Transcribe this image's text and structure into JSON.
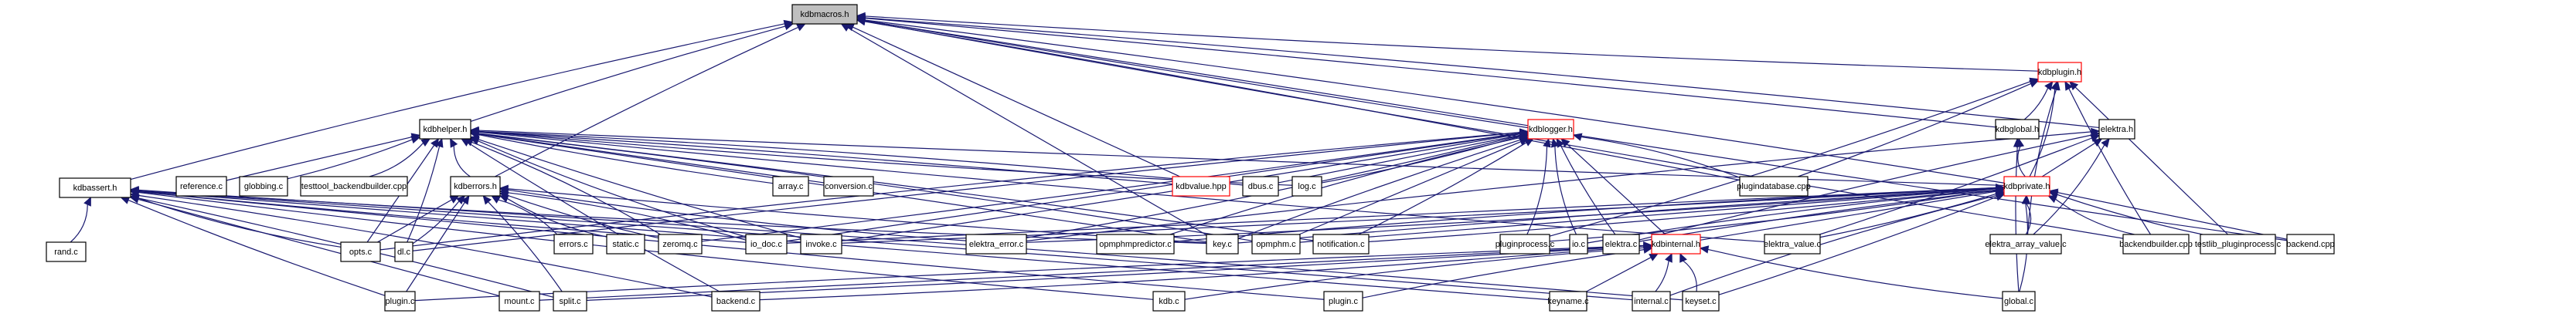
{
  "title": "kdbmacros.h include dependency graph",
  "colors": {
    "edge": "#191970",
    "root_fill": "#bfbfbf",
    "node_border": "#000000",
    "truncated_border": "#ff0000",
    "background": "#ffffff"
  },
  "root": "kdbmacros.h",
  "nodes": [
    {
      "id": "kdbmacros.h",
      "label": "kdbmacros.h",
      "type": "root"
    },
    {
      "id": "kdbplugin.h",
      "label": "kdbplugin.h",
      "type": "truncated"
    },
    {
      "id": "kdbhelper.h",
      "label": "kdbhelper.h",
      "type": "normal"
    },
    {
      "id": "kdblogger.h",
      "label": "kdblogger.h",
      "type": "truncated"
    },
    {
      "id": "kdbglobal.h",
      "label": "kdbglobal.h",
      "type": "normal"
    },
    {
      "id": "elektra.h",
      "label": "elektra.h",
      "type": "normal"
    },
    {
      "id": "kdbassert.h",
      "label": "kdbassert.h",
      "type": "normal"
    },
    {
      "id": "reference.c",
      "label": "reference.c",
      "type": "normal"
    },
    {
      "id": "globbing.c",
      "label": "globbing.c",
      "type": "normal"
    },
    {
      "id": "testtool_backendbuilder.cpp",
      "label": "testtool_backendbuilder.cpp",
      "type": "normal"
    },
    {
      "id": "kdberrors.h",
      "label": "kdberrors.h",
      "type": "normal"
    },
    {
      "id": "array.c",
      "label": "array.c",
      "type": "normal"
    },
    {
      "id": "conversion.c",
      "label": "conversion.c",
      "type": "normal"
    },
    {
      "id": "kdbvalue.hpp",
      "label": "kdbvalue.hpp",
      "type": "truncated"
    },
    {
      "id": "dbus.c",
      "label": "dbus.c",
      "type": "normal"
    },
    {
      "id": "log.c",
      "label": "log.c",
      "type": "normal"
    },
    {
      "id": "plugindatabase.cpp",
      "label": "plugindatabase.cpp",
      "type": "normal"
    },
    {
      "id": "kdbprivate.h",
      "label": "kdbprivate.h",
      "type": "truncated"
    },
    {
      "id": "rand.c",
      "label": "rand.c",
      "type": "normal"
    },
    {
      "id": "opts.c",
      "label": "opts.c",
      "type": "normal"
    },
    {
      "id": "dl.c",
      "label": "dl.c",
      "type": "normal"
    },
    {
      "id": "errors.c",
      "label": "errors.c",
      "type": "normal"
    },
    {
      "id": "static.c",
      "label": "static.c",
      "type": "normal"
    },
    {
      "id": "zeromq.c",
      "label": "zeromq.c",
      "type": "normal"
    },
    {
      "id": "io_doc.c",
      "label": "io_doc.c",
      "type": "normal"
    },
    {
      "id": "invoke.c",
      "label": "invoke.c",
      "type": "normal"
    },
    {
      "id": "elektra_error.c",
      "label": "elektra_error.c",
      "type": "normal"
    },
    {
      "id": "opmphmpredictor.c",
      "label": "opmphmpredictor.c",
      "type": "normal"
    },
    {
      "id": "key.c",
      "label": "key.c",
      "type": "normal"
    },
    {
      "id": "opmphm.c",
      "label": "opmphm.c",
      "type": "normal"
    },
    {
      "id": "notification.c",
      "label": "notification.c",
      "type": "normal"
    },
    {
      "id": "pluginprocess.c",
      "label": "pluginprocess.c",
      "type": "normal"
    },
    {
      "id": "io.c",
      "label": "io.c",
      "type": "normal"
    },
    {
      "id": "elektra.c",
      "label": "elektra.c",
      "type": "normal"
    },
    {
      "id": "kdbinternal.h",
      "label": "kdbinternal.h",
      "type": "truncated"
    },
    {
      "id": "elektra_value.c",
      "label": "elektra_value.c",
      "type": "normal"
    },
    {
      "id": "elektra_array_value.c",
      "label": "elektra_array_value.c",
      "type": "normal"
    },
    {
      "id": "backendbuilder.cpp",
      "label": "backendbuilder.cpp",
      "type": "normal"
    },
    {
      "id": "testlib_pluginprocess.c",
      "label": "testlib_pluginprocess.c",
      "type": "normal"
    },
    {
      "id": "backend.cpp",
      "label": "backend.cpp",
      "type": "normal"
    },
    {
      "id": "plugin.c#1",
      "label": "plugin.c",
      "type": "normal"
    },
    {
      "id": "mount.c",
      "label": "mount.c",
      "type": "normal"
    },
    {
      "id": "split.c",
      "label": "split.c",
      "type": "normal"
    },
    {
      "id": "backend.c",
      "label": "backend.c",
      "type": "normal"
    },
    {
      "id": "kdb.c",
      "label": "kdb.c",
      "type": "normal"
    },
    {
      "id": "plugin.c#2",
      "label": "plugin.c",
      "type": "normal"
    },
    {
      "id": "keyname.c",
      "label": "keyname.c",
      "type": "normal"
    },
    {
      "id": "internal.c",
      "label": "internal.c",
      "type": "normal"
    },
    {
      "id": "keyset.c",
      "label": "keyset.c",
      "type": "normal"
    },
    {
      "id": "global.c",
      "label": "global.c",
      "type": "normal"
    }
  ],
  "edges": [
    [
      "kdbplugin.h",
      "kdbmacros.h"
    ],
    [
      "kdbhelper.h",
      "kdbmacros.h"
    ],
    [
      "kdblogger.h",
      "kdbmacros.h"
    ],
    [
      "kdbglobal.h",
      "kdbmacros.h"
    ],
    [
      "elektra.h",
      "kdbmacros.h"
    ],
    [
      "kdbassert.h",
      "kdbmacros.h"
    ],
    [
      "kdberrors.h",
      "kdbmacros.h"
    ],
    [
      "kdbvalue.hpp",
      "kdbmacros.h"
    ],
    [
      "plugindatabase.cpp",
      "kdbmacros.h"
    ],
    [
      "kdbprivate.h",
      "kdbmacros.h"
    ],
    [
      "backend.cpp",
      "kdbmacros.h"
    ],
    [
      "backendbuilder.cpp",
      "kdbmacros.h"
    ],
    [
      "key.c",
      "kdbmacros.h"
    ],
    [
      "kdbglobal.h",
      "kdbplugin.h"
    ],
    [
      "kdbprivate.h",
      "kdbplugin.h"
    ],
    [
      "elektra_array_value.c",
      "kdbplugin.h"
    ],
    [
      "backendbuilder.cpp",
      "kdbplugin.h"
    ],
    [
      "testlib_pluginprocess.c",
      "kdbplugin.h"
    ],
    [
      "plugindatabase.cpp",
      "kdbplugin.h"
    ],
    [
      "pluginprocess.c",
      "kdbplugin.h"
    ],
    [
      "kdbprivate.h",
      "kdbglobal.h"
    ],
    [
      "global.c",
      "kdbglobal.h"
    ],
    [
      "kdbprivate.h",
      "elektra.h"
    ],
    [
      "elektra_value.c",
      "elektra.h"
    ],
    [
      "elektra_array_value.c",
      "elektra.h"
    ],
    [
      "elektra_error.c",
      "elektra.h"
    ],
    [
      "elektra.c",
      "elektra.h"
    ],
    [
      "reference.c",
      "kdbhelper.h"
    ],
    [
      "globbing.c",
      "kdbhelper.h"
    ],
    [
      "testtool_backendbuilder.cpp",
      "kdbhelper.h"
    ],
    [
      "kdberrors.h",
      "kdbhelper.h"
    ],
    [
      "array.c",
      "kdbhelper.h"
    ],
    [
      "conversion.c",
      "kdbhelper.h"
    ],
    [
      "kdbvalue.hpp",
      "kdbhelper.h"
    ],
    [
      "dbus.c",
      "kdbhelper.h"
    ],
    [
      "log.c",
      "kdbhelper.h"
    ],
    [
      "kdbprivate.h",
      "kdbhelper.h"
    ],
    [
      "opts.c",
      "kdbhelper.h"
    ],
    [
      "dl.c",
      "kdbhelper.h"
    ],
    [
      "zeromq.c",
      "kdbhelper.h"
    ],
    [
      "io_doc.c",
      "kdbhelper.h"
    ],
    [
      "invoke.c",
      "kdbhelper.h"
    ],
    [
      "key.c",
      "kdbhelper.h"
    ],
    [
      "notification.c",
      "kdbhelper.h"
    ],
    [
      "opmphm.c",
      "kdbhelper.h"
    ],
    [
      "elektra_value.c",
      "kdbhelper.h"
    ],
    [
      "backend.c",
      "kdbhelper.h"
    ],
    [
      "dbus.c",
      "kdblogger.h"
    ],
    [
      "log.c",
      "kdblogger.h"
    ],
    [
      "plugindatabase.cpp",
      "kdblogger.h"
    ],
    [
      "opts.c",
      "kdblogger.h"
    ],
    [
      "dl.c",
      "kdblogger.h"
    ],
    [
      "io_doc.c",
      "kdblogger.h"
    ],
    [
      "invoke.c",
      "kdblogger.h"
    ],
    [
      "elektra_error.c",
      "kdblogger.h"
    ],
    [
      "opmphmpredictor.c",
      "kdblogger.h"
    ],
    [
      "key.c",
      "kdblogger.h"
    ],
    [
      "opmphm.c",
      "kdblogger.h"
    ],
    [
      "notification.c",
      "kdblogger.h"
    ],
    [
      "pluginprocess.c",
      "kdblogger.h"
    ],
    [
      "io.c",
      "kdblogger.h"
    ],
    [
      "elektra.c",
      "kdblogger.h"
    ],
    [
      "kdbinternal.h",
      "kdblogger.h"
    ],
    [
      "zeromq.c",
      "kdblogger.h"
    ],
    [
      "rand.c",
      "kdbassert.h"
    ],
    [
      "opts.c",
      "kdbassert.h"
    ],
    [
      "plugin.c#1",
      "kdbassert.h"
    ],
    [
      "mount.c",
      "kdbassert.h"
    ],
    [
      "split.c",
      "kdbassert.h"
    ],
    [
      "backend.c",
      "kdbassert.h"
    ],
    [
      "kdb.c",
      "kdbassert.h"
    ],
    [
      "plugin.c#2",
      "kdbassert.h"
    ],
    [
      "keyname.c",
      "kdbassert.h"
    ],
    [
      "internal.c",
      "kdbassert.h"
    ],
    [
      "keyset.c",
      "kdbassert.h"
    ],
    [
      "key.c",
      "kdbassert.h"
    ],
    [
      "io_doc.c",
      "kdbassert.h"
    ],
    [
      "opts.c",
      "kdberrors.h"
    ],
    [
      "dl.c",
      "kdberrors.h"
    ],
    [
      "errors.c",
      "kdberrors.h"
    ],
    [
      "static.c",
      "kdberrors.h"
    ],
    [
      "zeromq.c",
      "kdberrors.h"
    ],
    [
      "plugin.c#1",
      "kdberrors.h"
    ],
    [
      "split.c",
      "kdberrors.h"
    ],
    [
      "io_doc.c",
      "kdberrors.h"
    ],
    [
      "elektra_error.c",
      "kdberrors.h"
    ],
    [
      "key.c",
      "kdberrors.h"
    ],
    [
      "io_doc.c",
      "kdbprivate.h"
    ],
    [
      "invoke.c",
      "kdbprivate.h"
    ],
    [
      "elektra_error.c",
      "kdbprivate.h"
    ],
    [
      "opmphmpredictor.c",
      "kdbprivate.h"
    ],
    [
      "key.c",
      "kdbprivate.h"
    ],
    [
      "opmphm.c",
      "kdbprivate.h"
    ],
    [
      "notification.c",
      "kdbprivate.h"
    ],
    [
      "pluginprocess.c",
      "kdbprivate.h"
    ],
    [
      "io.c",
      "kdbprivate.h"
    ],
    [
      "elektra.c",
      "kdbprivate.h"
    ],
    [
      "kdbinternal.h",
      "kdbprivate.h"
    ],
    [
      "elektra_value.c",
      "kdbprivate.h"
    ],
    [
      "elektra_array_value.c",
      "kdbprivate.h"
    ],
    [
      "backendbuilder.cpp",
      "kdbprivate.h"
    ],
    [
      "testlib_pluginprocess.c",
      "kdbprivate.h"
    ],
    [
      "backend.cpp",
      "kdbprivate.h"
    ],
    [
      "keyset.c",
      "kdbprivate.h"
    ],
    [
      "global.c",
      "kdbprivate.h"
    ],
    [
      "internal.c",
      "kdbprivate.h"
    ],
    [
      "plugin.c#1",
      "kdbinternal.h"
    ],
    [
      "mount.c",
      "kdbinternal.h"
    ],
    [
      "split.c",
      "kdbinternal.h"
    ],
    [
      "backend.c",
      "kdbinternal.h"
    ],
    [
      "kdb.c",
      "kdbinternal.h"
    ],
    [
      "plugin.c#2",
      "kdbinternal.h"
    ],
    [
      "keyname.c",
      "kdbinternal.h"
    ],
    [
      "internal.c",
      "kdbinternal.h"
    ],
    [
      "keyset.c",
      "kdbinternal.h"
    ],
    [
      "global.c",
      "kdbinternal.h"
    ]
  ]
}
